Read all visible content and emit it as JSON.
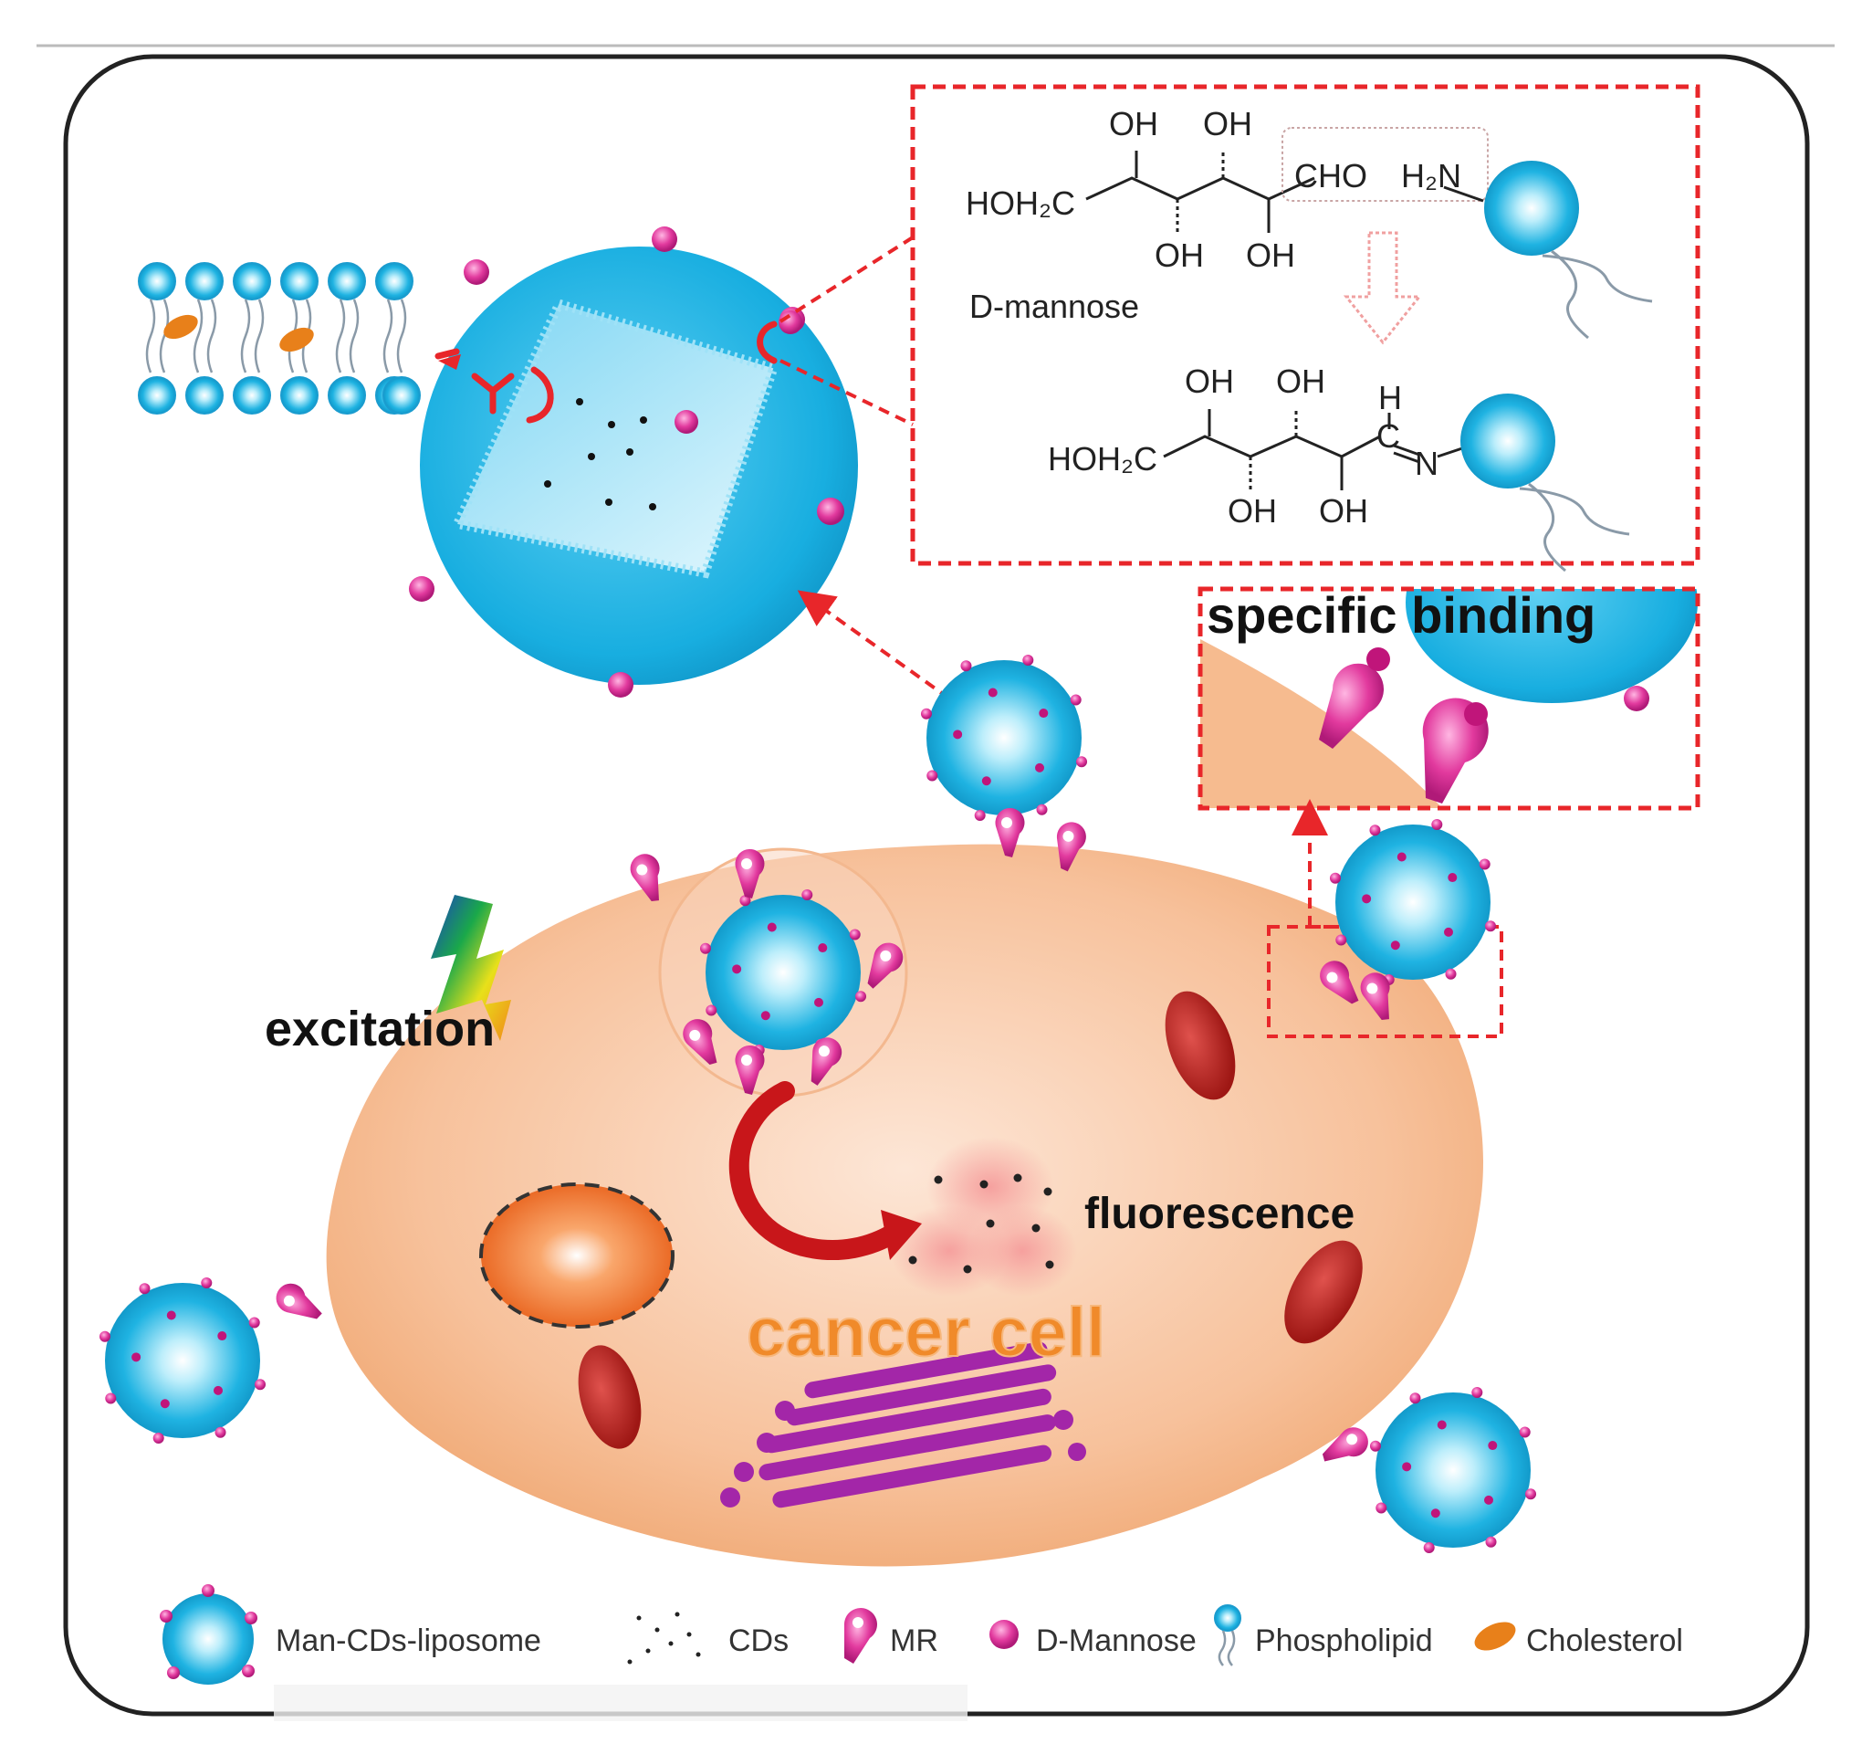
{
  "colors": {
    "liposome": "#1ab0e0",
    "mannose": "#e0339a",
    "cell": "#f5b98a",
    "dashed": "#e8262a",
    "mitochondria": "#b8231f",
    "golgi": "#a020a8",
    "nucleus": "#ec6a1a"
  },
  "labels": {
    "excitation": "excitation",
    "fluorescence": "fluorescence",
    "cancer_cell": "cancer cell",
    "specific_binding": "specific binding"
  },
  "chemistry": {
    "d_mannose": "D-mannose",
    "reactant": {
      "oh1": "OH",
      "oh2": "OH",
      "oh3": "OH",
      "oh4": "OH",
      "hoh2c": "HOH₂C",
      "cho": "CHO",
      "h2n": "H₂N"
    },
    "product": {
      "oh1": "OH",
      "oh2": "OH",
      "oh3": "OH",
      "oh4": "OH",
      "hoh2c": "HOH₂C",
      "h": "H",
      "c": "C",
      "n": "N"
    }
  },
  "legend": [
    {
      "icon": "liposome-icon",
      "label": "Man-CDs-liposome"
    },
    {
      "icon": "cds-icon",
      "label": "CDs"
    },
    {
      "icon": "mr-receptor-icon",
      "label": "MR"
    },
    {
      "icon": "mannose-icon",
      "label": "D-Mannose"
    },
    {
      "icon": "phospholipid-icon",
      "label": "Phospholipid"
    },
    {
      "icon": "cholesterol-icon",
      "label": "Cholesterol"
    }
  ]
}
